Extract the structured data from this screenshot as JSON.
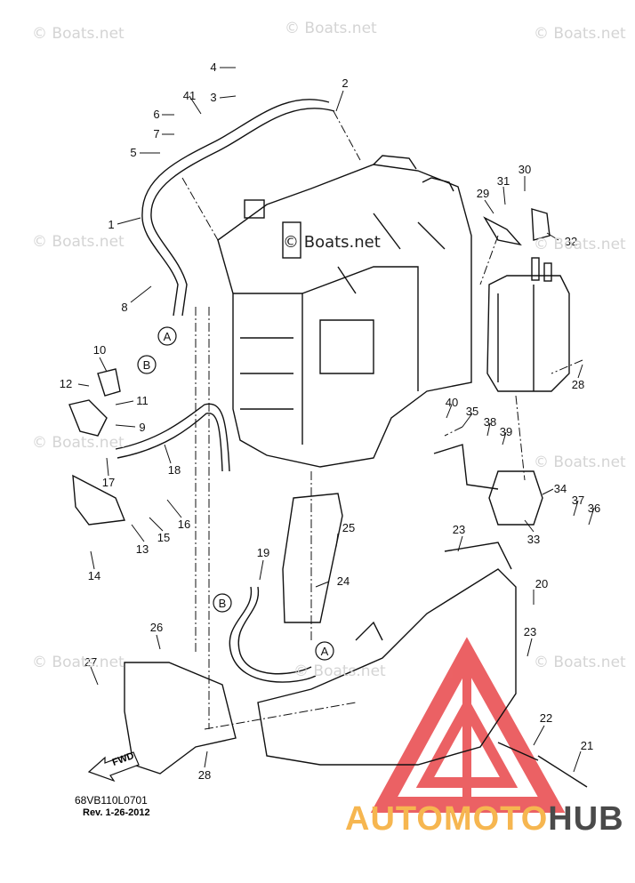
{
  "watermarks": [
    {
      "text": "© Boats.net"
    },
    {
      "text": "© Boats.net"
    },
    {
      "text": "© Boats.net"
    },
    {
      "text": "© Boats.net"
    },
    {
      "text": "© Boats.net"
    },
    {
      "text": "© Boats.net"
    },
    {
      "text": "© Boats.net"
    },
    {
      "text": "© Boats.net"
    },
    {
      "text": "© Boats.net"
    },
    {
      "text": "© Boats.net"
    }
  ],
  "main_watermark": "© Boats.net",
  "diagram_code": "68VB110L0701",
  "revision": "Rev. 1-26-2012",
  "fwd_label": "FWD",
  "brand": {
    "part1": "AUTOMOTO",
    "part2": "HUB"
  },
  "reference_markers": [
    "A",
    "B",
    "B",
    "A"
  ],
  "callouts": [
    "1",
    "2",
    "3",
    "4",
    "5",
    "6",
    "7",
    "8",
    "9",
    "10",
    "11",
    "12",
    "13",
    "14",
    "15",
    "16",
    "17",
    "18",
    "19",
    "20",
    "21",
    "22",
    "23",
    "23",
    "24",
    "25",
    "26",
    "27",
    "28",
    "28",
    "29",
    "30",
    "31",
    "32",
    "33",
    "34",
    "35",
    "36",
    "37",
    "38",
    "39",
    "40",
    "41"
  ],
  "colors": {
    "logo_red": "#e8464a",
    "logo_orange": "#f6b650",
    "logo_gray": "#4a4a4a",
    "line": "#111111"
  }
}
